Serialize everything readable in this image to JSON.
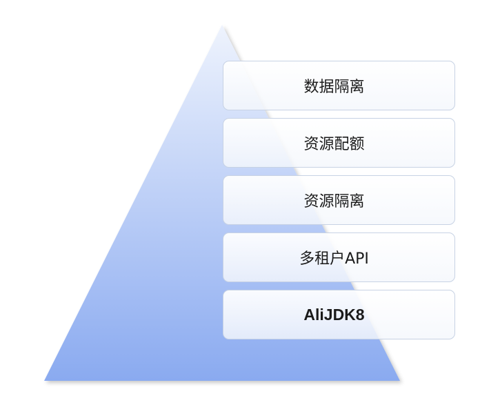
{
  "diagram": {
    "type": "pyramid",
    "fill_top": "#eef3fd",
    "fill_bottom": "#8aaaf0",
    "layers": [
      {
        "label": "数据隔离",
        "bold": false
      },
      {
        "label": "资源配额",
        "bold": false
      },
      {
        "label": "资源隔离",
        "bold": false
      },
      {
        "label": "多租户API",
        "bold": false
      },
      {
        "label": "AliJDK8",
        "bold": true
      }
    ]
  }
}
